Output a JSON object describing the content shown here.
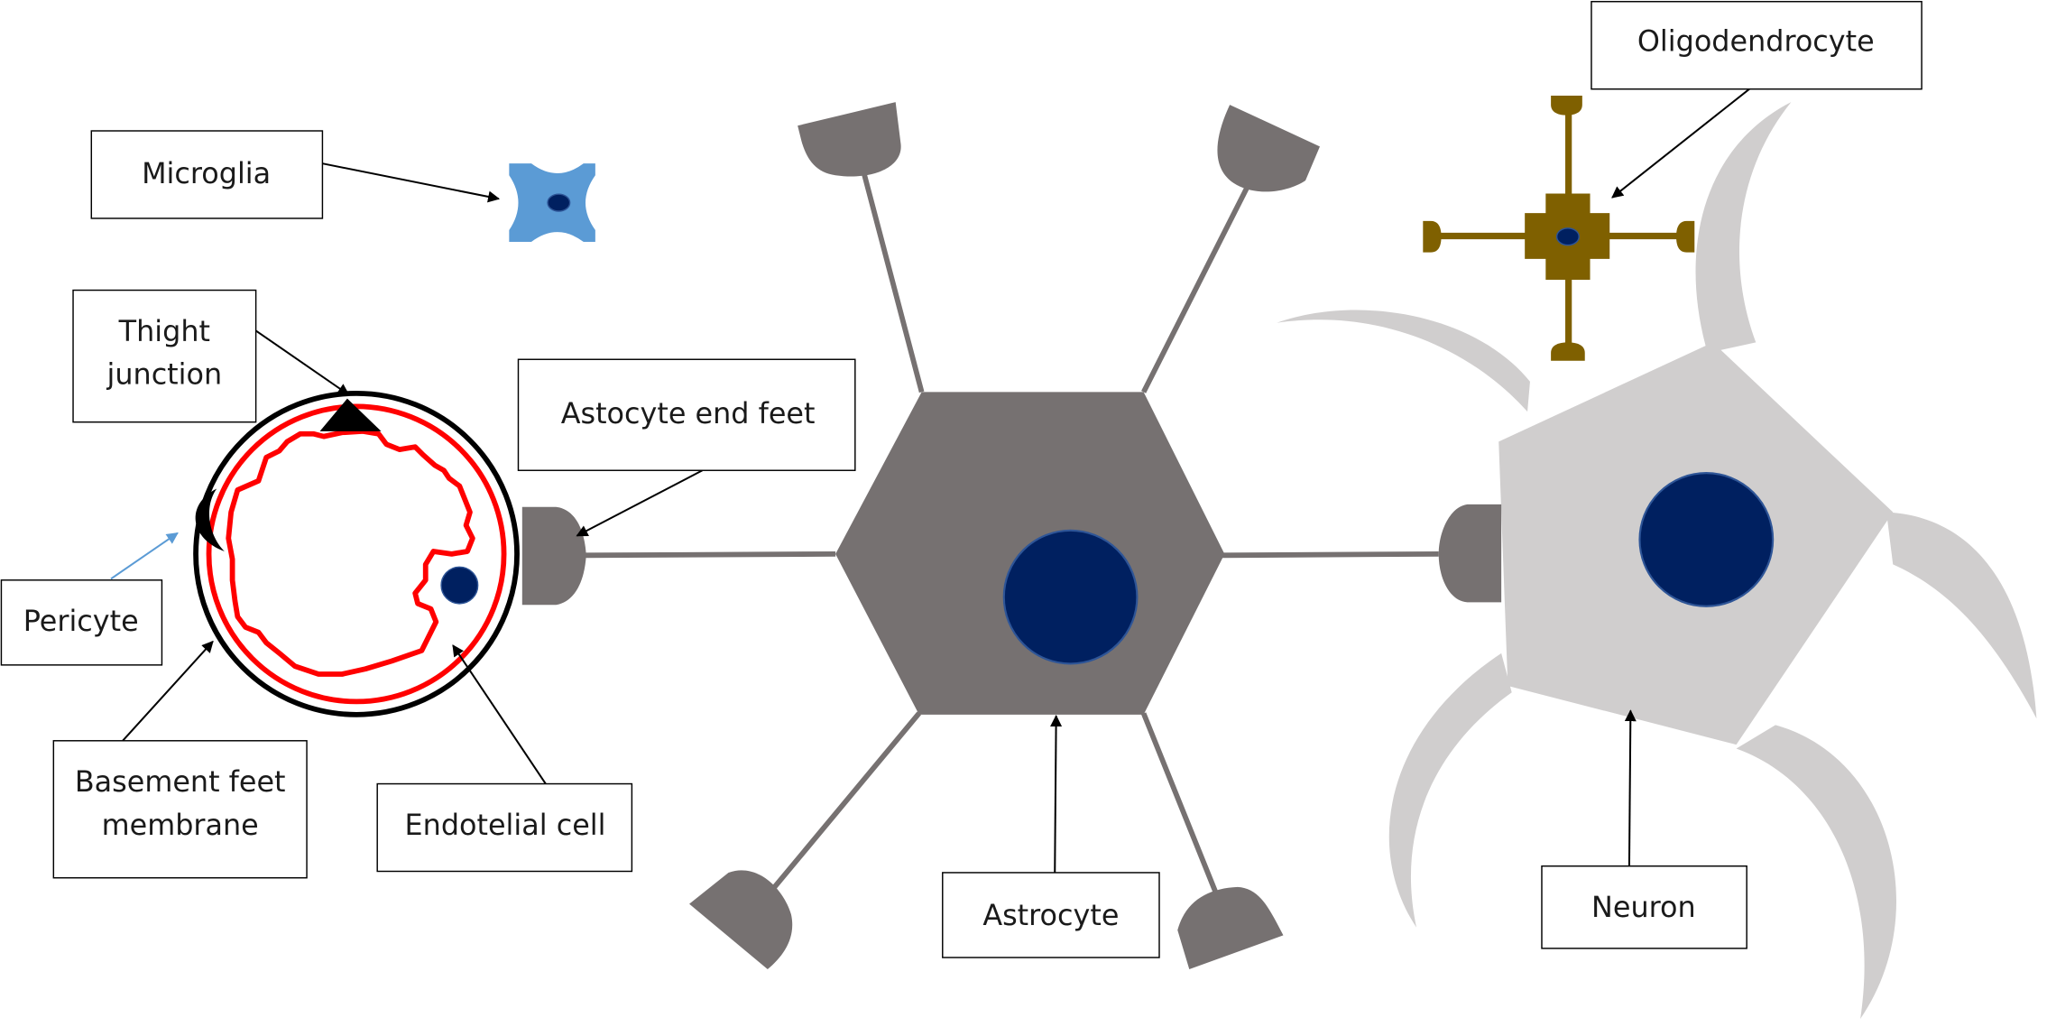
{
  "labels": {
    "microglia": "Microglia",
    "tight_junction_line1": "Thight",
    "tight_junction_line2": "junction",
    "pericyte": "Pericyte",
    "basement_line1": "Basement feet",
    "basement_line2": "membrane",
    "endothelial": "Endotelial cell",
    "astrocyte_end_feet": "Astocyte end feet",
    "astrocyte": "Astrocyte",
    "oligodendrocyte": "Oligodendrocyte",
    "neuron": "Neuron"
  },
  "colors": {
    "astrocyte": "#767171",
    "nucleus": "#002060",
    "neuron": "#d0cece",
    "oligodendrocyte": "#7f6000",
    "microglia": "#5b9bd5",
    "endothelium": "#ff0000",
    "pericyte_arrow": "#5b9bd5"
  }
}
